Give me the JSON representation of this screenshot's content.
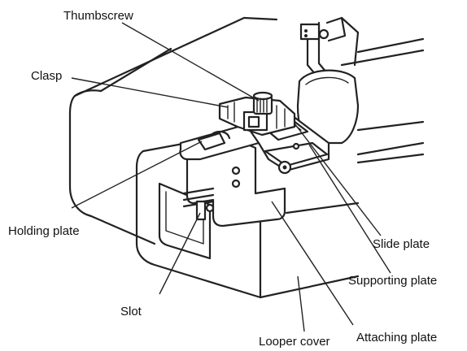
{
  "labels": {
    "thumbscrew": "Thumbscrew",
    "clasp": "Clasp",
    "holding_plate": "Holding plate",
    "slide_plate": "Slide plate",
    "supporting_plate": "Supporting plate",
    "slot": "Slot",
    "attaching_plate": "Attaching plate",
    "looper_cover": "Looper cover"
  }
}
